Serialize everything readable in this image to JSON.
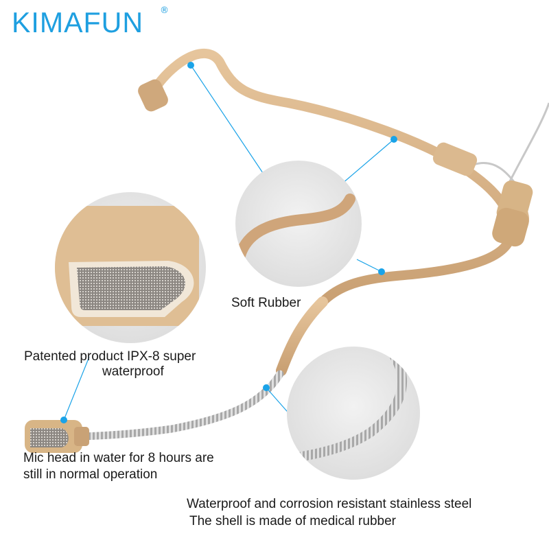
{
  "brand": {
    "name": "KIMAFUN",
    "registered_mark": "®"
  },
  "callouts": {
    "soft_rubber": "Soft Rubber",
    "patent_line1": "Patented product IPX-8 super",
    "patent_line2": "waterproof",
    "mic_line1": "Mic head in water for 8 hours are",
    "mic_line2": "still in normal operation",
    "steel_line1": "Waterproof and corrosion resistant stainless steel",
    "steel_line2": "The shell is made of medical rubber"
  },
  "colors": {
    "brand_blue": "#1e9fe0",
    "leader_line": "#1aa3e8",
    "rubber_beige": "#d9b58a",
    "steel_gray": "#9a9a9a",
    "circle_bg": "#ececec"
  }
}
